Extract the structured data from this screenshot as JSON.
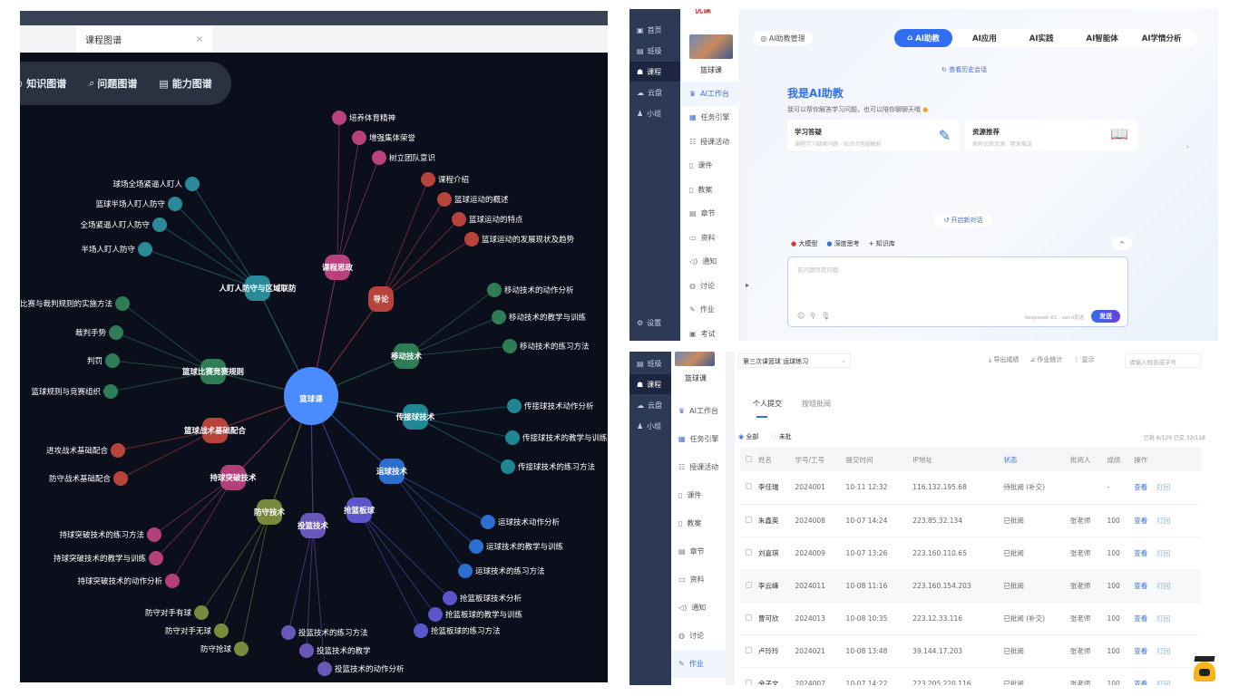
{
  "graph_window": {
    "tab_label": "课程图谱",
    "tab_close": "×",
    "toolbar": [
      {
        "icon": "knowledge-graph-icon",
        "label": "知识图谱"
      },
      {
        "icon": "question-graph-icon",
        "label": "问题图谱"
      },
      {
        "icon": "ability-graph-icon",
        "label": "能力图谱"
      }
    ],
    "center": {
      "label": "篮球课",
      "color": "#4a8cff"
    },
    "hubs": [
      {
        "label": "课程思政",
        "color": "#b8417e",
        "children": [
          "培养体育精神",
          "增强集体荣誉",
          "树立团队意识"
        ]
      },
      {
        "label": "导论",
        "color": "#b7433a",
        "children": [
          "课程介绍",
          "篮球运动的概述",
          "篮球运动的特点",
          "篮球运动的发展现状及趋势"
        ]
      },
      {
        "label": "人盯人防守与区域联防",
        "color": "#2a8a9a",
        "children": [
          "球场全场紧逼人盯人",
          "篮球半场人盯人防守",
          "全场紧逼人盯人防守",
          "半场人盯人防守"
        ]
      },
      {
        "label": "篮球比赛竞赛规则",
        "color": "#2e7d57",
        "children": [
          "比赛与裁判规则的实施方法",
          "裁判手势",
          "判罚",
          "篮球规则与竞赛组织"
        ]
      },
      {
        "label": "移动技术",
        "color": "#2e7d57",
        "children": [
          "移动技术的动作分析",
          "移动技术的教学与训练",
          "移动技术的练习方法"
        ]
      },
      {
        "label": "传接球技术",
        "color": "#1f8794",
        "children": [
          "传接球技术动作分析",
          "传接球技术的教学与训练",
          "传接球技术的练习方法"
        ]
      },
      {
        "label": "运球技术",
        "color": "#2d6fd0",
        "children": [
          "运球技术动作分析",
          "运球技术的教学与训练",
          "运球技术的练习方法"
        ]
      },
      {
        "label": "篮球战术基础配合",
        "color": "#b7433a",
        "children": [
          "进攻战术基础配合",
          "防守战术基础配合"
        ]
      },
      {
        "label": "持球突破技术",
        "color": "#b3407a",
        "children": [
          "持球突破技术的练习方法",
          "持球突破技术的教学与训练",
          "持球突破技术的动作分析"
        ]
      },
      {
        "label": "防守技术",
        "color": "#7a8a3c",
        "children": [
          "防守对手有球",
          "防守对手无球",
          "防守抢球"
        ]
      },
      {
        "label": "投篮技术",
        "color": "#6a58b8",
        "children": [
          "投篮技术的练习方法",
          "投篮技术的教学",
          "投篮技术的动作分析"
        ]
      },
      {
        "label": "抢篮板球",
        "color": "#5a55c8",
        "children": [
          "抢篮板球技术分析",
          "抢篮板球的教学与训练",
          "抢篮板球的练习方法"
        ]
      }
    ]
  },
  "ai_window": {
    "logo_text": "优课",
    "nav1": [
      "首页",
      "班级",
      "课程",
      "云盘",
      "小组"
    ],
    "nav1_active": 2,
    "settings": "设置",
    "course_name": "篮球课",
    "nav2": [
      "AI工作台",
      "任务引擎",
      "授课活动",
      "课件",
      "教案",
      "章节",
      "资料",
      "通知",
      "讨论",
      "作业",
      "考试"
    ],
    "manage_btn": "AI助教管理",
    "tabs": [
      "AI助教",
      "AI应用",
      "AI实践",
      "AI智能体",
      "AI学情分析"
    ],
    "history_link": "查看历史会话",
    "title": "我是AI助教",
    "subtitle": "我可以帮你解答学习问题，也可以陪你聊聊天哦",
    "cards": [
      {
        "title": "学习答疑",
        "desc": "课程学习疑难问题 · 知识点答疑解析"
      },
      {
        "title": "资源推荐",
        "desc": "推荐优质资源 · 精准推送"
      }
    ],
    "new_chat": "开启新对话",
    "chips": [
      "大模型",
      "深度思考",
      "知识库"
    ],
    "input_placeholder": "有问题尽管问我",
    "model_info": "deepseek-R1 · send发送",
    "send": "发送"
  },
  "table_window": {
    "nav1": [
      "班级",
      "课程",
      "云盘",
      "小组"
    ],
    "course_name": "篮球课",
    "nav2": [
      "AI工作台",
      "任务引擎",
      "授课活动",
      "课件",
      "教案",
      "章节",
      "资料",
      "通知",
      "讨论",
      "作业"
    ],
    "select_value": "第三次课篮球 运球练习",
    "actions": [
      "导出成绩",
      "作业统计",
      "显示"
    ],
    "search_placeholder": "请输入姓名或学号",
    "tabs": [
      "个人提交",
      "按组批阅"
    ],
    "filters": [
      "全部",
      "未批"
    ],
    "right_info": "已批 6/120  已交 32/118",
    "columns": [
      "姓名",
      "学号/工号",
      "提交时间",
      "IP地址",
      "状态",
      "批阅人",
      "成绩",
      "操作"
    ],
    "rows": [
      [
        "李佳瑞",
        "2024001",
        "10-11 12:32",
        "116.132.195.68",
        "待批阅 (补交)",
        "",
        "-",
        "查看",
        "打回"
      ],
      [
        "朱鑫英",
        "2024008",
        "10-07 14:24",
        "223.85.32.134",
        "已批阅",
        "张老师",
        "100",
        "查看",
        "打回"
      ],
      [
        "刘嘉琪",
        "2024009",
        "10-07 13:26",
        "223.160.110.65",
        "已批阅",
        "张老师",
        "100",
        "查看",
        "打回"
      ],
      [
        "李云峰",
        "2024011",
        "10-08 11:16",
        "223.160.154.203",
        "已批阅",
        "张老师",
        "100",
        "查看",
        "打回"
      ],
      [
        "曹可欣",
        "2024013",
        "10-08 10:35",
        "223.12.33.116",
        "已批阅 (补交)",
        "张老师",
        "100",
        "查看",
        "打回"
      ],
      [
        "卢玲玲",
        "2024021",
        "10-08 13:48",
        "39.144.17.203",
        "已批阅",
        "张老师",
        "100",
        "查看",
        "打回"
      ],
      [
        "余子文",
        "2024007",
        "10-07 14:22",
        "223.205.220.116",
        "已批阅",
        "张老师",
        "100",
        "查看",
        "打回"
      ]
    ]
  }
}
